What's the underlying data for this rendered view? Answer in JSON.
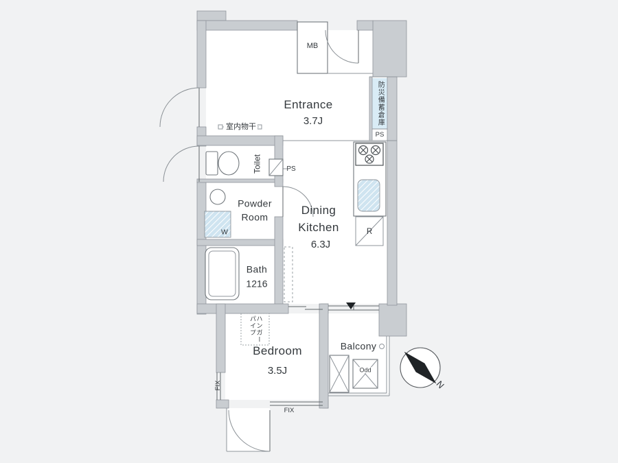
{
  "colors": {
    "page_bg": "#f1f2f3",
    "floor": "#ffffff",
    "wall_fill": "#c9cdd1",
    "wall_stroke": "#8f959b",
    "line": "#606669",
    "fixture_stroke": "#71777c",
    "arc": "#8a9095",
    "hatch_blue": "#cfe4f0",
    "storage_blue": "#d9ecf6",
    "text": "#33383c",
    "marker_black": "#1f2326"
  },
  "rooms": {
    "entrance": {
      "name": "Entrance",
      "size": "3.7J"
    },
    "dining_kitchen": {
      "line1": "Dining",
      "line2": "Kitchen",
      "size": "6.3J"
    },
    "bedroom": {
      "name": "Bedroom",
      "size": "3.5J"
    },
    "powder_room": {
      "line1": "Powder",
      "line2": "Room"
    },
    "bath": {
      "name": "Bath",
      "size": "1216"
    },
    "toilet": {
      "name": "Toilet"
    },
    "balcony": {
      "name": "Balcony"
    },
    "storage": {
      "name": "防災備蓄倉庫"
    }
  },
  "fixtures": {
    "meter_box": "MB",
    "pipe_space_storage": "PS",
    "pipe_space_toilet": "PS",
    "indoor_laundry": "室内物干",
    "washer": "W",
    "refrigerator": "R",
    "hanger_pipe": "ハンガー\nパイプ",
    "outdoor_unit": "Odd",
    "fix_window_left": "FIX",
    "fix_window_bottom": "FIX",
    "compass_north": "N"
  }
}
